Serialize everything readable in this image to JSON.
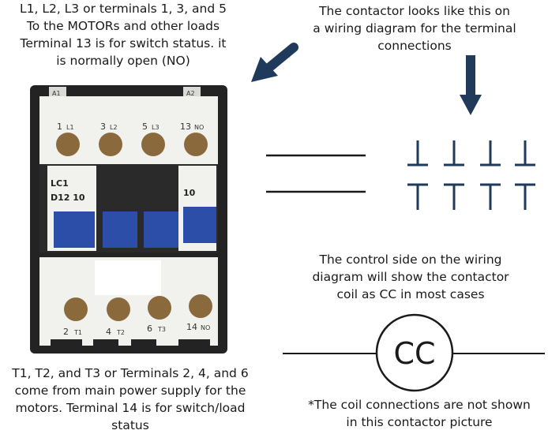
{
  "annotations": {
    "top_left": [
      "L1, L2, L3 or terminals 1, 3, and 5",
      "To the MOTORs and other loads",
      "Terminal 13 is for switch status. it",
      "is normally open (NO)"
    ],
    "top_right": [
      "The contactor looks like this on",
      "a wiring diagram for the terminal",
      "connections"
    ],
    "right_mid": [
      "The control side on the wiring",
      "diagram will show the contactor",
      "coil as CC in most cases"
    ],
    "bottom_left": [
      "T1, T2, and T3 or Terminals 2, 4, and 6",
      "come from main power supply for the",
      "motors. Terminal 14 is for switch/load",
      "status"
    ],
    "bottom_right": [
      "*The coil connections are not shown",
      "in this contactor picture"
    ]
  },
  "coil_symbol": {
    "label": "CC"
  },
  "contactor": {
    "top_coil_labels": [
      "A1",
      "A2"
    ],
    "top_terminals": [
      {
        "num": "1",
        "sub": "L1"
      },
      {
        "num": "3",
        "sub": "L2"
      },
      {
        "num": "5",
        "sub": "L3"
      },
      {
        "num": "13",
        "sub": "NO"
      }
    ],
    "bottom_terminals": [
      {
        "num": "2",
        "sub": "T1"
      },
      {
        "num": "4",
        "sub": "T2"
      },
      {
        "num": "6",
        "sub": "T3"
      },
      {
        "num": "14",
        "sub": "NO"
      }
    ],
    "model_line1": "LC1",
    "model_line2": "D12 10",
    "aux_label": "10"
  },
  "colors": {
    "text": "#1a1a1a",
    "arrow": "#1f3a5a",
    "contact_symbol": "#1f3a5a",
    "contactor_body": "#232323",
    "contactor_face": "#f1f1ee",
    "blue_button": "#2c4ea8",
    "screw": "#8a6a3c"
  }
}
